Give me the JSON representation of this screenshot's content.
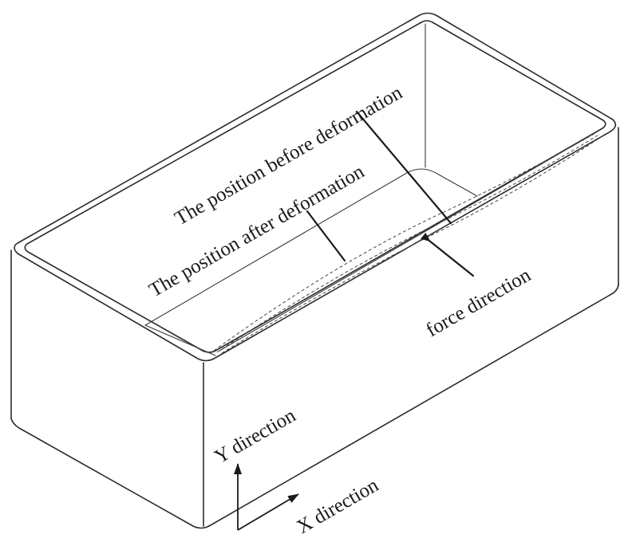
{
  "labels": {
    "before": "The position before deformation",
    "after": "The position after deformation",
    "force": "force direction",
    "y_axis": "Y direction",
    "x_axis": "X direction"
  }
}
